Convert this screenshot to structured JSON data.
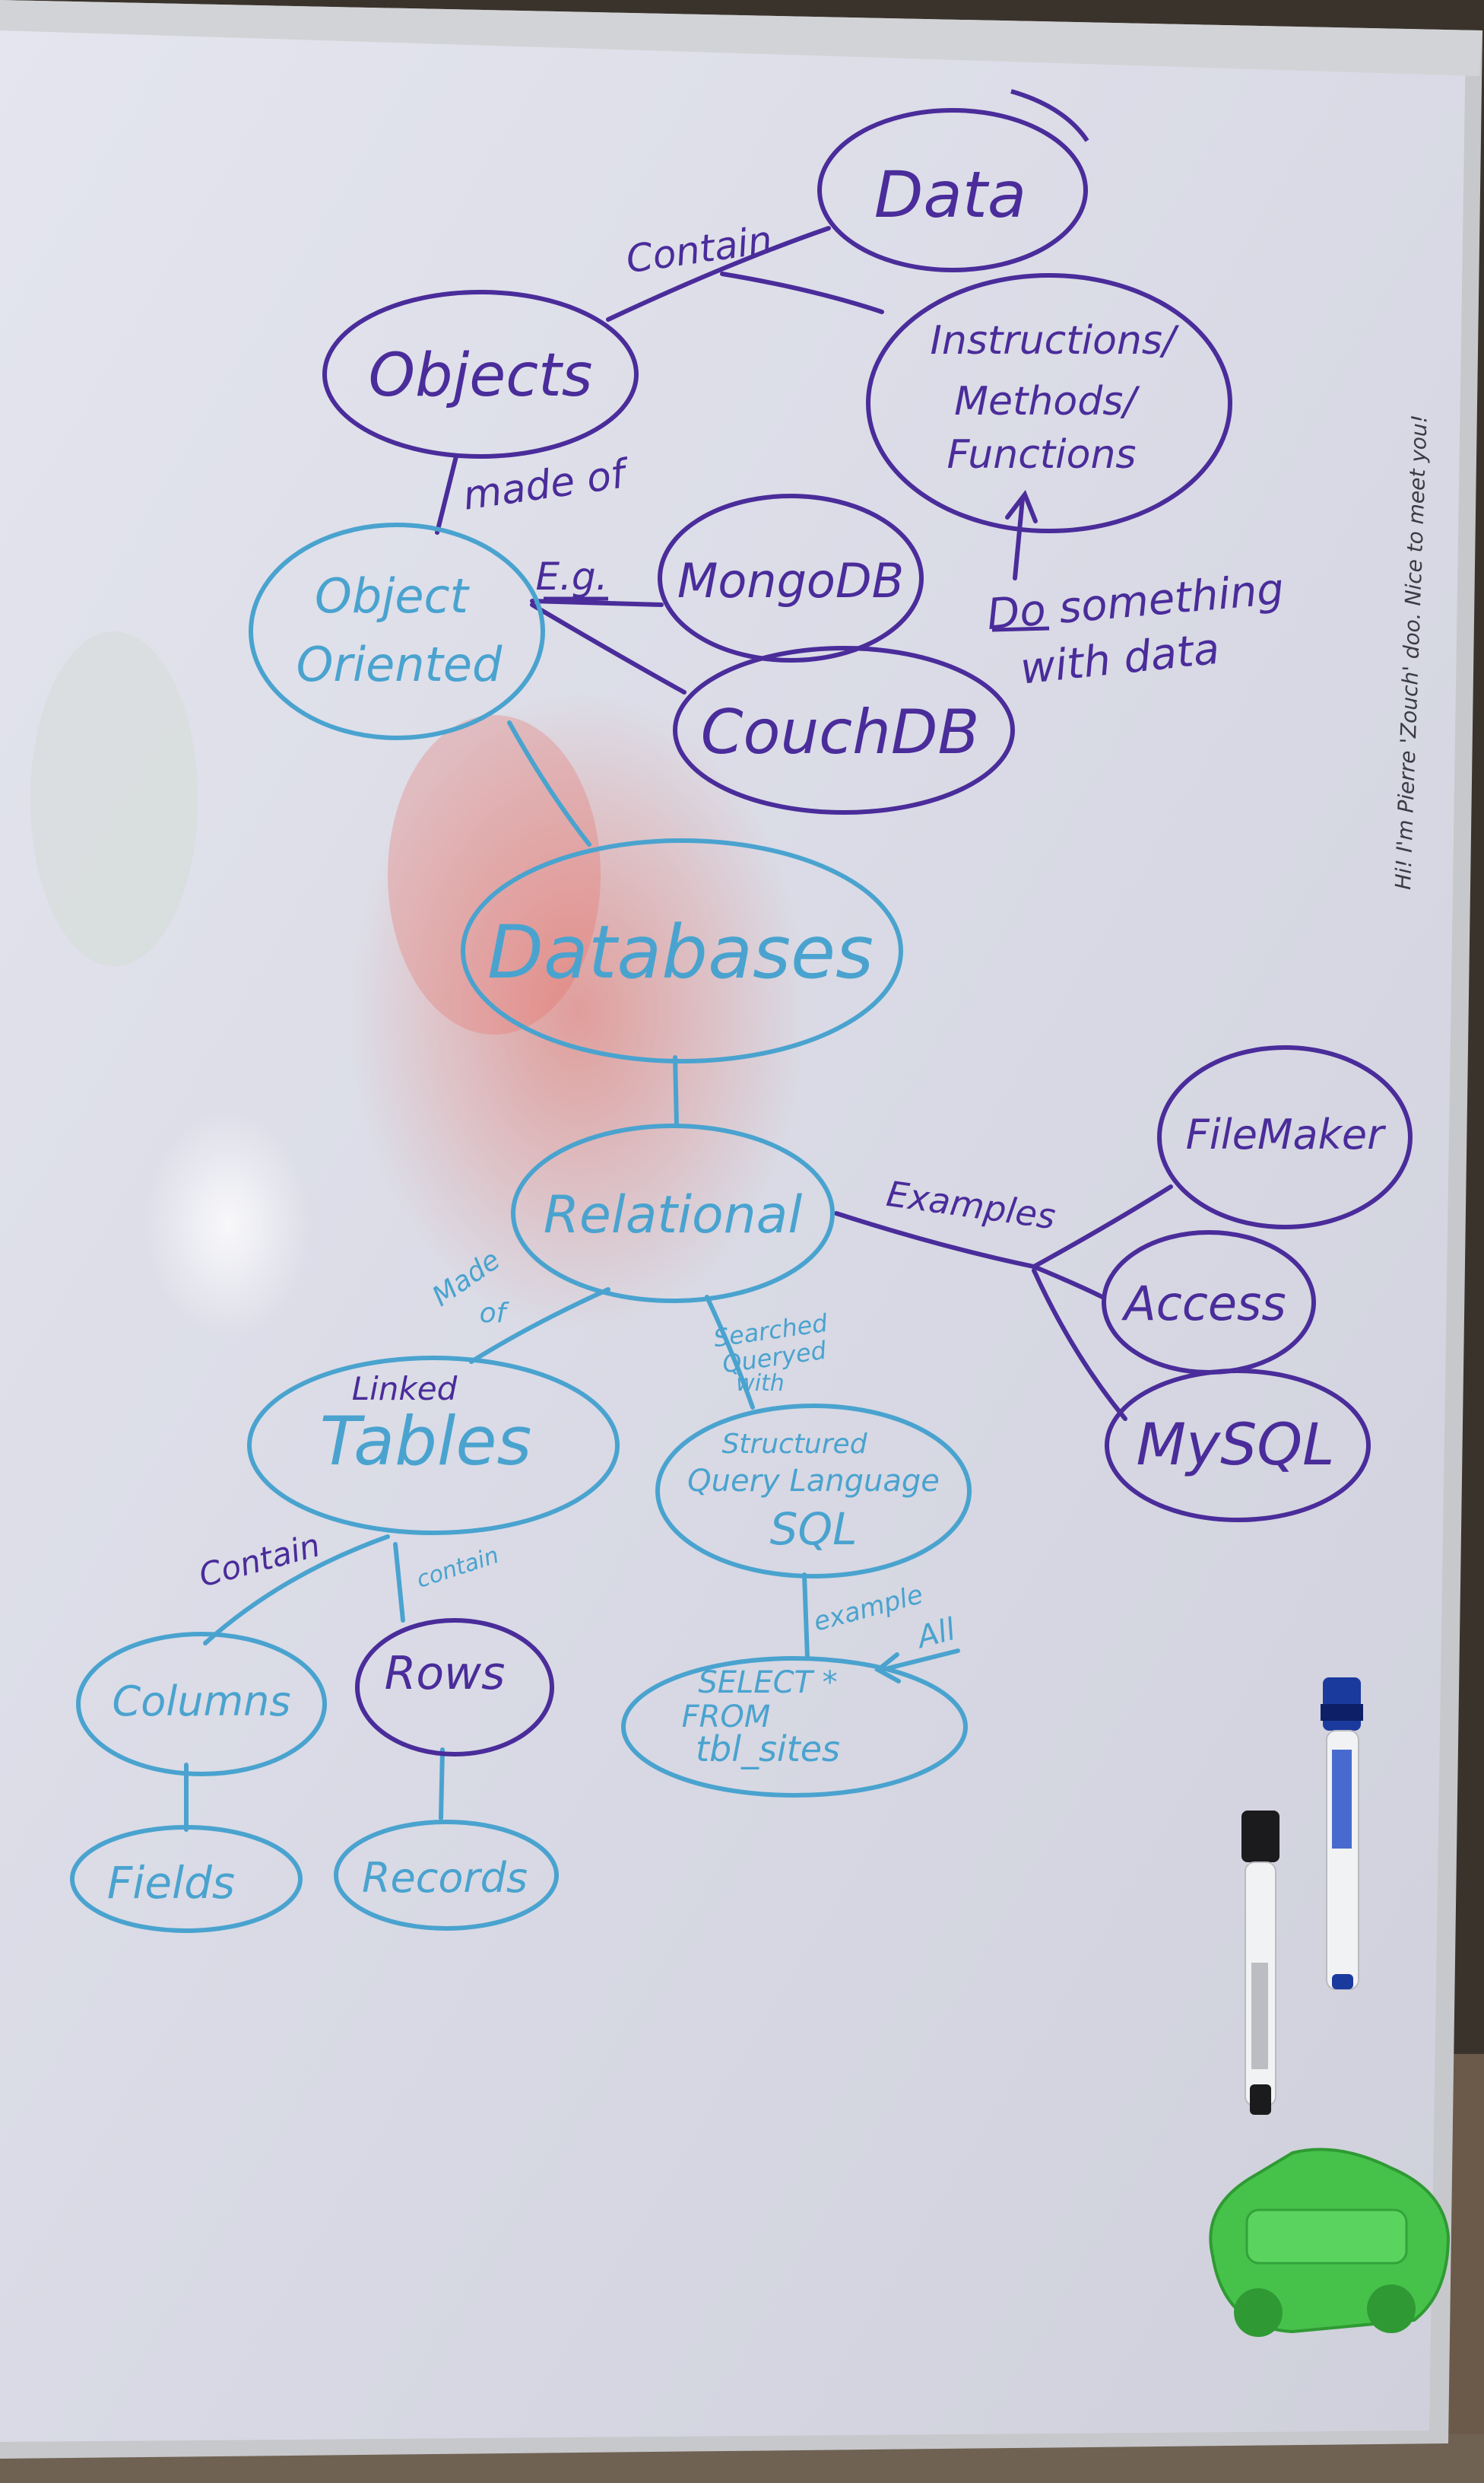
{
  "colors": {
    "purple_ink": "#4a2c9a",
    "blue_ink": "#4aa3cf",
    "board": "#dcdde6",
    "frame": "#c9c9cc",
    "eraser": "#46c24a"
  },
  "nodes": {
    "data": "Data",
    "objects": "Objects",
    "instructions_1": "Instructions/",
    "instructions_2": "Methods/",
    "instructions_3": "Functions",
    "object_oriented_1": "Object",
    "object_oriented_2": "Oriented",
    "mongodb": "MongoDB",
    "couchdb": "CouchDB",
    "databases": "Databases",
    "relational": "Relational",
    "filemaker": "FileMaker",
    "access": "Access",
    "mysql": "MySQL",
    "linked": "Linked",
    "tables": "Tables",
    "sql_1": "Structured",
    "sql_2": "Query Language",
    "sql_3": "SQL",
    "columns": "Columns",
    "rows": "Rows",
    "query_1": "SELECT *",
    "query_2": "FROM",
    "query_3": "tbl_sites",
    "fields": "Fields",
    "records": "Records"
  },
  "edges": {
    "contain": "Contain",
    "made_of": "made of",
    "eg": "E.g.",
    "do_something_1": "Do something",
    "do_something_2": "with data",
    "examples": "Examples",
    "made_of_2a": "Made",
    "made_of_2b": "of",
    "searched_1": "Searched",
    "searched_2": "Queryed",
    "searched_3": "with",
    "contain_cols": "Contain",
    "contain_rows": "contain",
    "example": "example",
    "all": "All"
  },
  "margin_note": "Hi! I'm Pierre 'Zouch' doo. Nice to meet you!"
}
